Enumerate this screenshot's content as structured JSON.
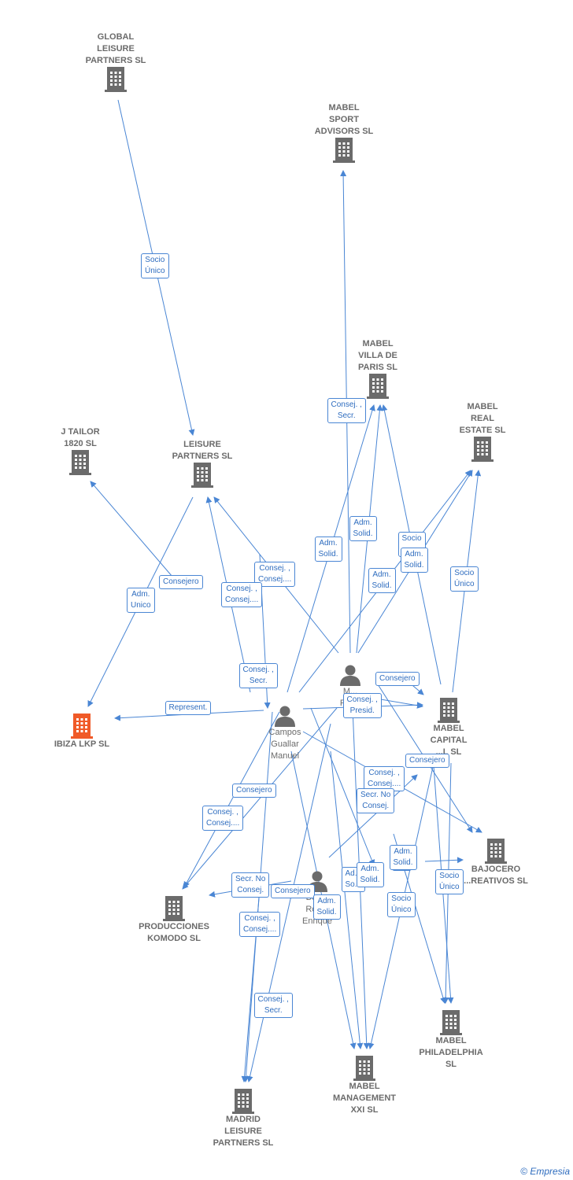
{
  "colors": {
    "edge": "#4a86d4",
    "label_border": "#4a86d4",
    "label_text": "#2f6dbf",
    "company": "#6b6b6b",
    "focus": "#f05a28",
    "person": "#6b6b6b"
  },
  "nodes": [
    {
      "id": "global",
      "label": "GLOBAL\nLEISURE\nPARTNERS  SL",
      "kind": "company"
    },
    {
      "id": "sport",
      "label": "MABEL\nSPORT\nADVISORS  SL",
      "kind": "company"
    },
    {
      "id": "villa",
      "label": "MABEL\nVILLA DE\nPARIS  SL",
      "kind": "company"
    },
    {
      "id": "realestate",
      "label": "MABEL\nREAL\nESTATE  SL",
      "kind": "company"
    },
    {
      "id": "jtailor",
      "label": "J TAILOR\n1820  SL",
      "kind": "company"
    },
    {
      "id": "leisure",
      "label": "LEISURE\nPARTNERS  SL",
      "kind": "company"
    },
    {
      "id": "ibiza",
      "label": "IBIZA LKP  SL",
      "kind": "focus"
    },
    {
      "id": "capital",
      "label": "MABEL\nCAPITAL\n...L  SL",
      "kind": "company"
    },
    {
      "id": "bajocero",
      "label": "BAJOCERO\n...REATIVOS SL",
      "kind": "company"
    },
    {
      "id": "komodo",
      "label": "PRODUCCIONES\nKOMODO SL",
      "kind": "company"
    },
    {
      "id": "philadelphia",
      "label": "MABEL\nPHILADELPHIA\nSL",
      "kind": "company"
    },
    {
      "id": "management",
      "label": "MABEL\nMANAGEMENT\nXXI  SL",
      "kind": "company"
    },
    {
      "id": "madrid",
      "label": "MADRID\nLEISURE\nPARTNERS  SL",
      "kind": "company"
    },
    {
      "id": "campos",
      "label": "Campos\nGuallar\nManuel",
      "kind": "person"
    },
    {
      "id": "mpra",
      "label": "M...\nPra...",
      "kind": "person"
    },
    {
      "id": "benito",
      "label": "Ben...\nRod...\nEnrique",
      "kind": "person"
    }
  ],
  "edge_labels": [
    "Socio\nÚnico",
    "Consej. ,\nSecr.",
    "Adm.\nSolid.",
    "Adm.\nSolid.",
    "Socio\n...",
    "Adm.\nSolid.",
    "Adm.\nSolid.",
    "Socio\nÚnico",
    "Consej. ,\nConsej....",
    "Consej. ,\nConsej....",
    "Consejero",
    "Adm.\nUnico",
    "Consej. ,\nSecr.",
    "Represent.",
    "Consejero",
    "Consej. ,\nPresid.",
    "Consej. ,\nConsej....",
    "Consejero",
    "Secr.  No\nConsej.",
    "Consejero",
    "Consej. ,\nConsej....",
    "Secr.  No\nConsej.",
    "Consejero",
    "Adm.\nSolid.",
    "Consej. ,\nConsej....",
    "Ad...\nSo...",
    "Adm.\nSolid.",
    "S...",
    "Adm.\nSolid.",
    "Socio\nÚnico",
    "Socio\nÚnico",
    "Consej. ,\nSecr."
  ],
  "copyright": "© Empresia"
}
